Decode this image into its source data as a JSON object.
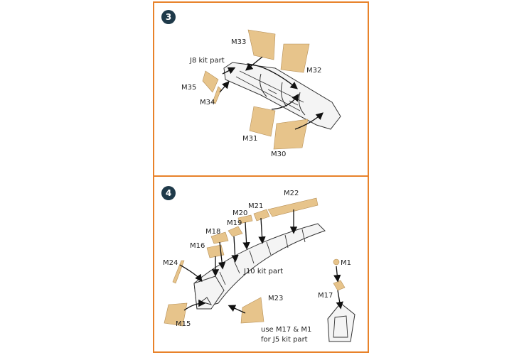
{
  "step3": {
    "number": "3",
    "kit_part": "J8 kit part",
    "labels": {
      "m33": "M33",
      "m32": "M32",
      "m35": "M35",
      "m34": "M34",
      "m31": "M31",
      "m30": "M30"
    }
  },
  "step4": {
    "number": "4",
    "kit_part": "J10 kit part",
    "labels": {
      "m22": "M22",
      "m21": "M21",
      "m20": "M20",
      "m19": "M19",
      "m18": "M18",
      "m16": "M16",
      "m24": "M24",
      "m15": "M15",
      "m23": "M23",
      "m1": "M1",
      "m17": "M17"
    },
    "note_line1": "use M17 & M1",
    "note_line2": "for J5 kit part"
  },
  "colors": {
    "frame": "#e8822a",
    "badge": "#1f3a4a",
    "mask": "#e7c48b"
  }
}
